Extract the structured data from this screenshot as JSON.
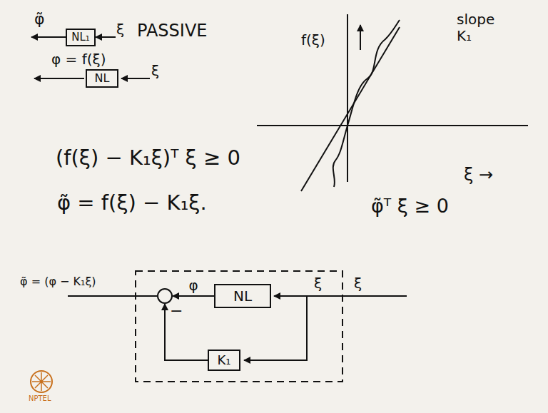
{
  "diagram": {
    "nodes": [
      {
        "text": [
          "NL₁"
        ]
      },
      {
        "text": [
          "NL"
        ]
      },
      {
        "text": [
          "−"
        ]
      },
      {
        "text": [
          "NL"
        ]
      },
      {
        "text": [
          "K₁"
        ]
      }
    ],
    "edges": [
      {
        "from": 3,
        "to": 2,
        "arrow": "to",
        "label": "φ"
      },
      {
        "from": 4,
        "to": 2,
        "arrow": "to"
      }
    ],
    "labels": [
      "φ̃",
      "ξ",
      "PASSIVE",
      "φ = f(ξ)",
      "ξ",
      "f(ξ)",
      "slope K₁",
      "ξ →",
      "(f(ξ) − K₁ξ)ᵀ ξ ≥ 0",
      "φ̃ = f(ξ) − K₁ξ.",
      "φ̃ᵀ ξ ≥ 0",
      "φ̃ = (φ − K₁ξ)",
      "ξ",
      "ξ",
      "NPTEL"
    ]
  }
}
